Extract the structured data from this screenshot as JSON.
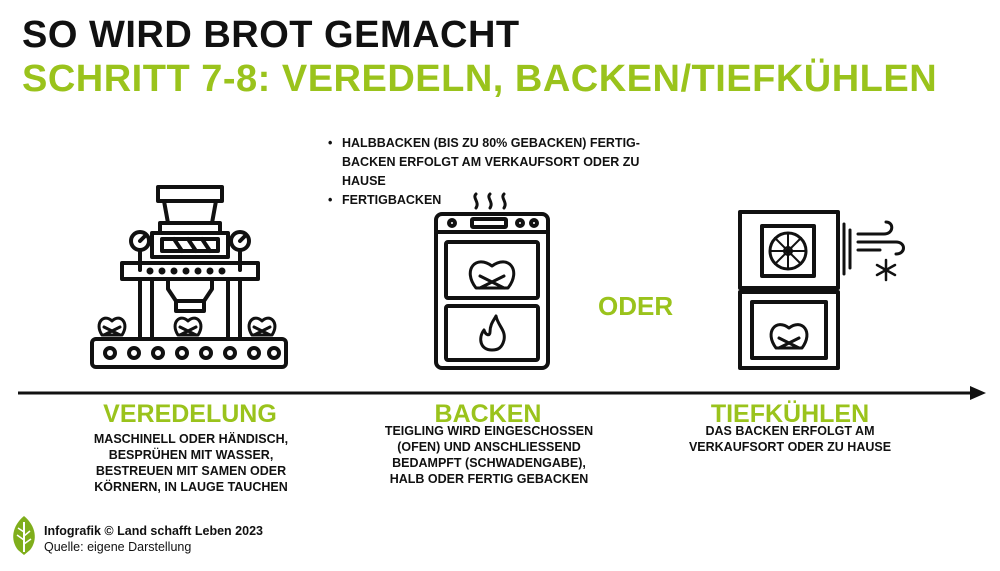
{
  "header": {
    "title": "SO WIRD BROT GEMACHT",
    "subtitle": "SCHRITT 7-8: VEREDELN, BACKEN/TIEFKÜHLEN"
  },
  "bullets": [
    "HALBBACKEN (BIS ZU 80% GEBACKEN) FERTIG-BACKEN ERFOLGT AM VERKAUFSORT ODER ZU HAUSE",
    "FERTIGBACKEN"
  ],
  "oder_label": "ODER",
  "stages": [
    {
      "title": "VEREDELUNG",
      "description": "MASCHINELL ODER HÄNDISCH, BESPRÜHEN MIT WASSER, BESTREUEN MIT SAMEN ODER KÖRNERN, IN LAUGE TAUCHEN",
      "icon": "pretzel-machine-icon"
    },
    {
      "title": "BACKEN",
      "description": "TEIGLING WIRD EINGESCHOSSEN (OFEN) UND ANSCHLIESSEND BEDAMPFT (SCHWADENGABE), HALB ODER FERTIG GEBACKEN",
      "icon": "oven-icon"
    },
    {
      "title": "TIEFKÜHLEN",
      "description": "DAS BACKEN ERFOLGT AM VERKAUFSORT ODER ZU HAUSE",
      "icon": "freezer-icon"
    }
  ],
  "footer": {
    "credit": "Infografik © Land schafft Leben 2023",
    "source": "Quelle: eigene Darstellung",
    "logo_icon": "leaf-logo-icon"
  },
  "colors": {
    "accent": "#9ac31c",
    "text": "#111111",
    "background": "#ffffff"
  }
}
